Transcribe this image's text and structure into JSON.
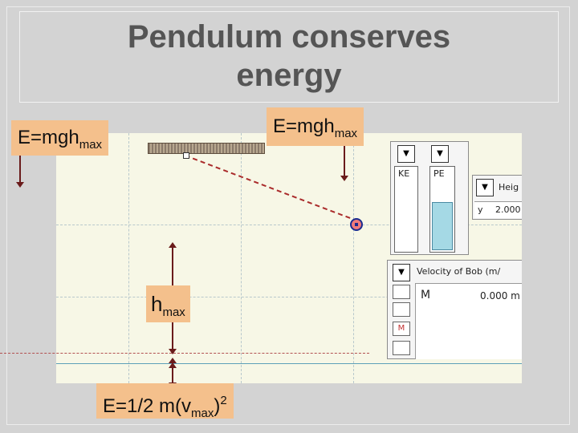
{
  "slide": {
    "title_line1": "Pendulum conserves",
    "title_line2": "energy"
  },
  "callouts": {
    "left_energy": {
      "main": "E=mgh",
      "sub": "max"
    },
    "right_energy": {
      "main": "E=mgh",
      "sub": "max"
    },
    "height": {
      "main": "h",
      "sub": "max"
    },
    "kinetic": {
      "main": "E=1/2 m(v",
      "sub": "max",
      "end": ")",
      "sup": "2"
    }
  },
  "simulation": {
    "energy_meters": {
      "ke_label": "KE",
      "pe_label": "PE",
      "pe_fill_fraction": 0.55
    },
    "height_panel": {
      "title": "Heig",
      "var": "y",
      "value": "2.000"
    },
    "velocity_panel": {
      "title": "Velocity of Bob (m/",
      "row_label": "M",
      "value": "0.000 m"
    },
    "colors": {
      "background": "#f7f7e6",
      "rod": "#aa2b2b",
      "bob_fill": "#ef7a7a",
      "callout": "#f4c08c"
    }
  }
}
